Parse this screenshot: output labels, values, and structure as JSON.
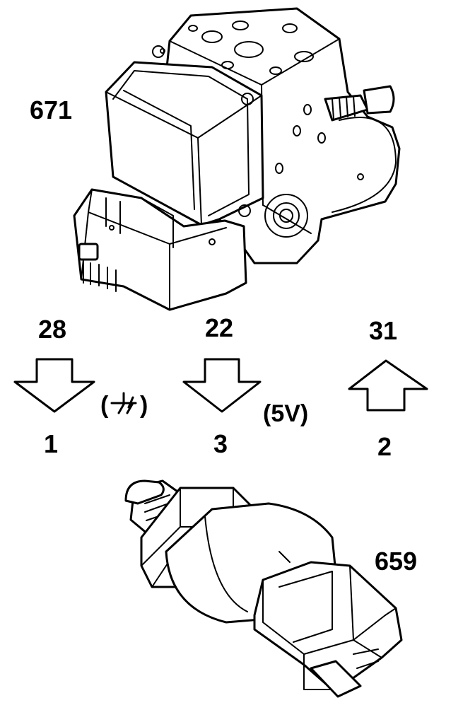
{
  "components": {
    "abs_unit_label": "671",
    "pressure_sensor_label": "659"
  },
  "connections": [
    {
      "unit_pin": "28",
      "sensor_pin": "1",
      "direction": "down",
      "note": "(⏚)"
    },
    {
      "unit_pin": "22",
      "sensor_pin": "3",
      "direction": "down",
      "note": "(5V)"
    },
    {
      "unit_pin": "31",
      "sensor_pin": "2",
      "direction": "up",
      "note": ""
    }
  ],
  "colors": {
    "line": "#000000",
    "background": "#ffffff"
  },
  "icons": {
    "ground": "ground-symbol-icon"
  }
}
